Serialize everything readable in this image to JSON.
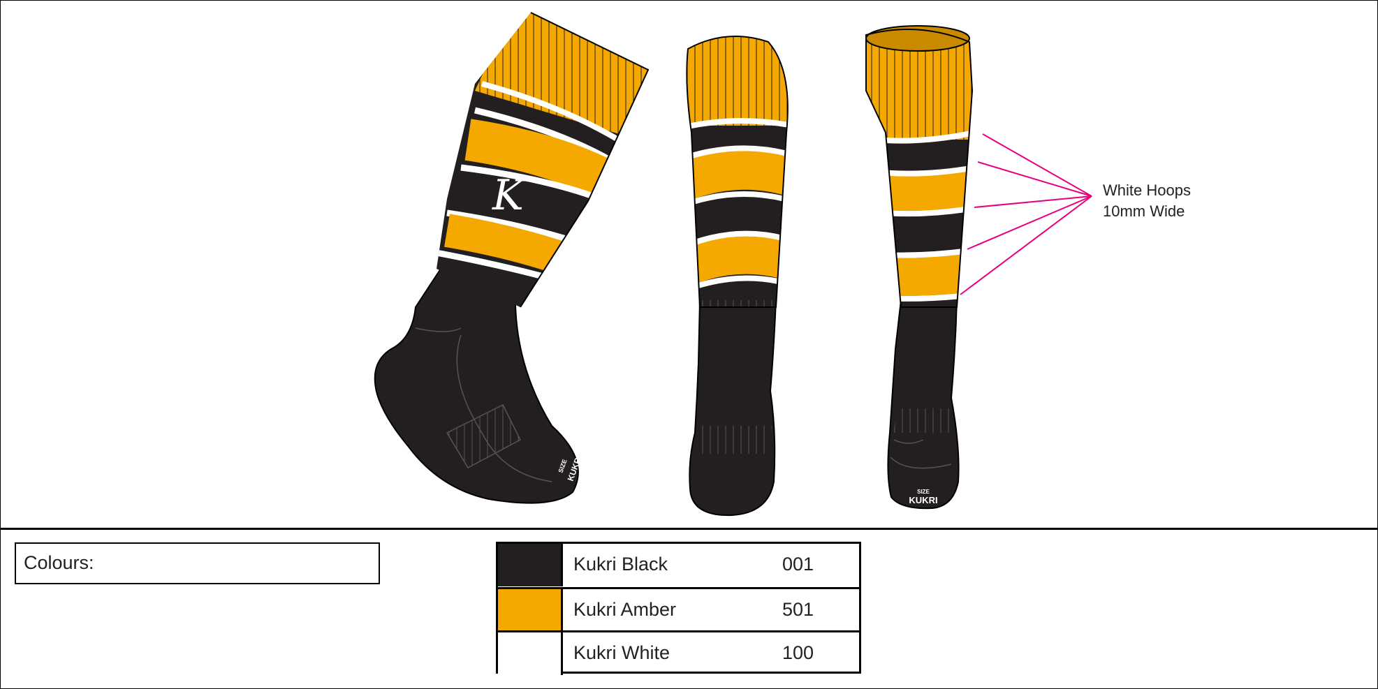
{
  "callout": {
    "line1": "White Hoops",
    "line2": "10mm Wide"
  },
  "sock_branding": {
    "size_label": "SIZE",
    "brand": "KUKRI",
    "crest": "K"
  },
  "colours_label": "Colours:",
  "swatches": [
    {
      "name": "Kukri Black",
      "code": "001",
      "color": "#231f20"
    },
    {
      "name": "Kukri Amber",
      "code": "501",
      "color": "#f5a800"
    },
    {
      "name": "Kukri White",
      "code": "100",
      "color": "#ffffff"
    }
  ],
  "colors": {
    "black": "#231f20",
    "amber": "#f5a800",
    "white": "#ffffff",
    "callout_line": "#e6007e"
  }
}
